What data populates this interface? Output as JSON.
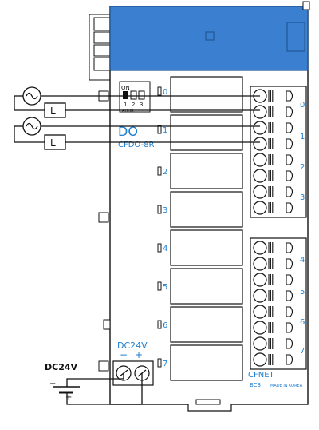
{
  "module": {
    "title": "DO",
    "model": "CFDO-8R",
    "brand": "CFNET",
    "code": "BC3",
    "made_in": "MADE IN KOREA"
  },
  "dip_switch": {
    "on_label": "ON",
    "positions": [
      "1",
      "2",
      "3"
    ],
    "sub_label": "ADDR."
  },
  "channels": [
    "0",
    "1",
    "2",
    "3",
    "4",
    "5",
    "6",
    "7"
  ],
  "terminal_groups": [
    "0",
    "1",
    "2",
    "3",
    "4",
    "5",
    "6",
    "7"
  ],
  "power": {
    "label": "DC24V",
    "minus": "−",
    "plus": "+",
    "external_label": "DC24V",
    "battery_minus": "−",
    "battery_plus": "+"
  },
  "loads": [
    {
      "source": "ac-source",
      "load_symbol": "L"
    },
    {
      "source": "ac-source",
      "load_symbol": "L"
    }
  ],
  "colors": {
    "case_blue": "#3a7fd0",
    "accent_text": "#1f7fd0",
    "line": "#111111"
  }
}
